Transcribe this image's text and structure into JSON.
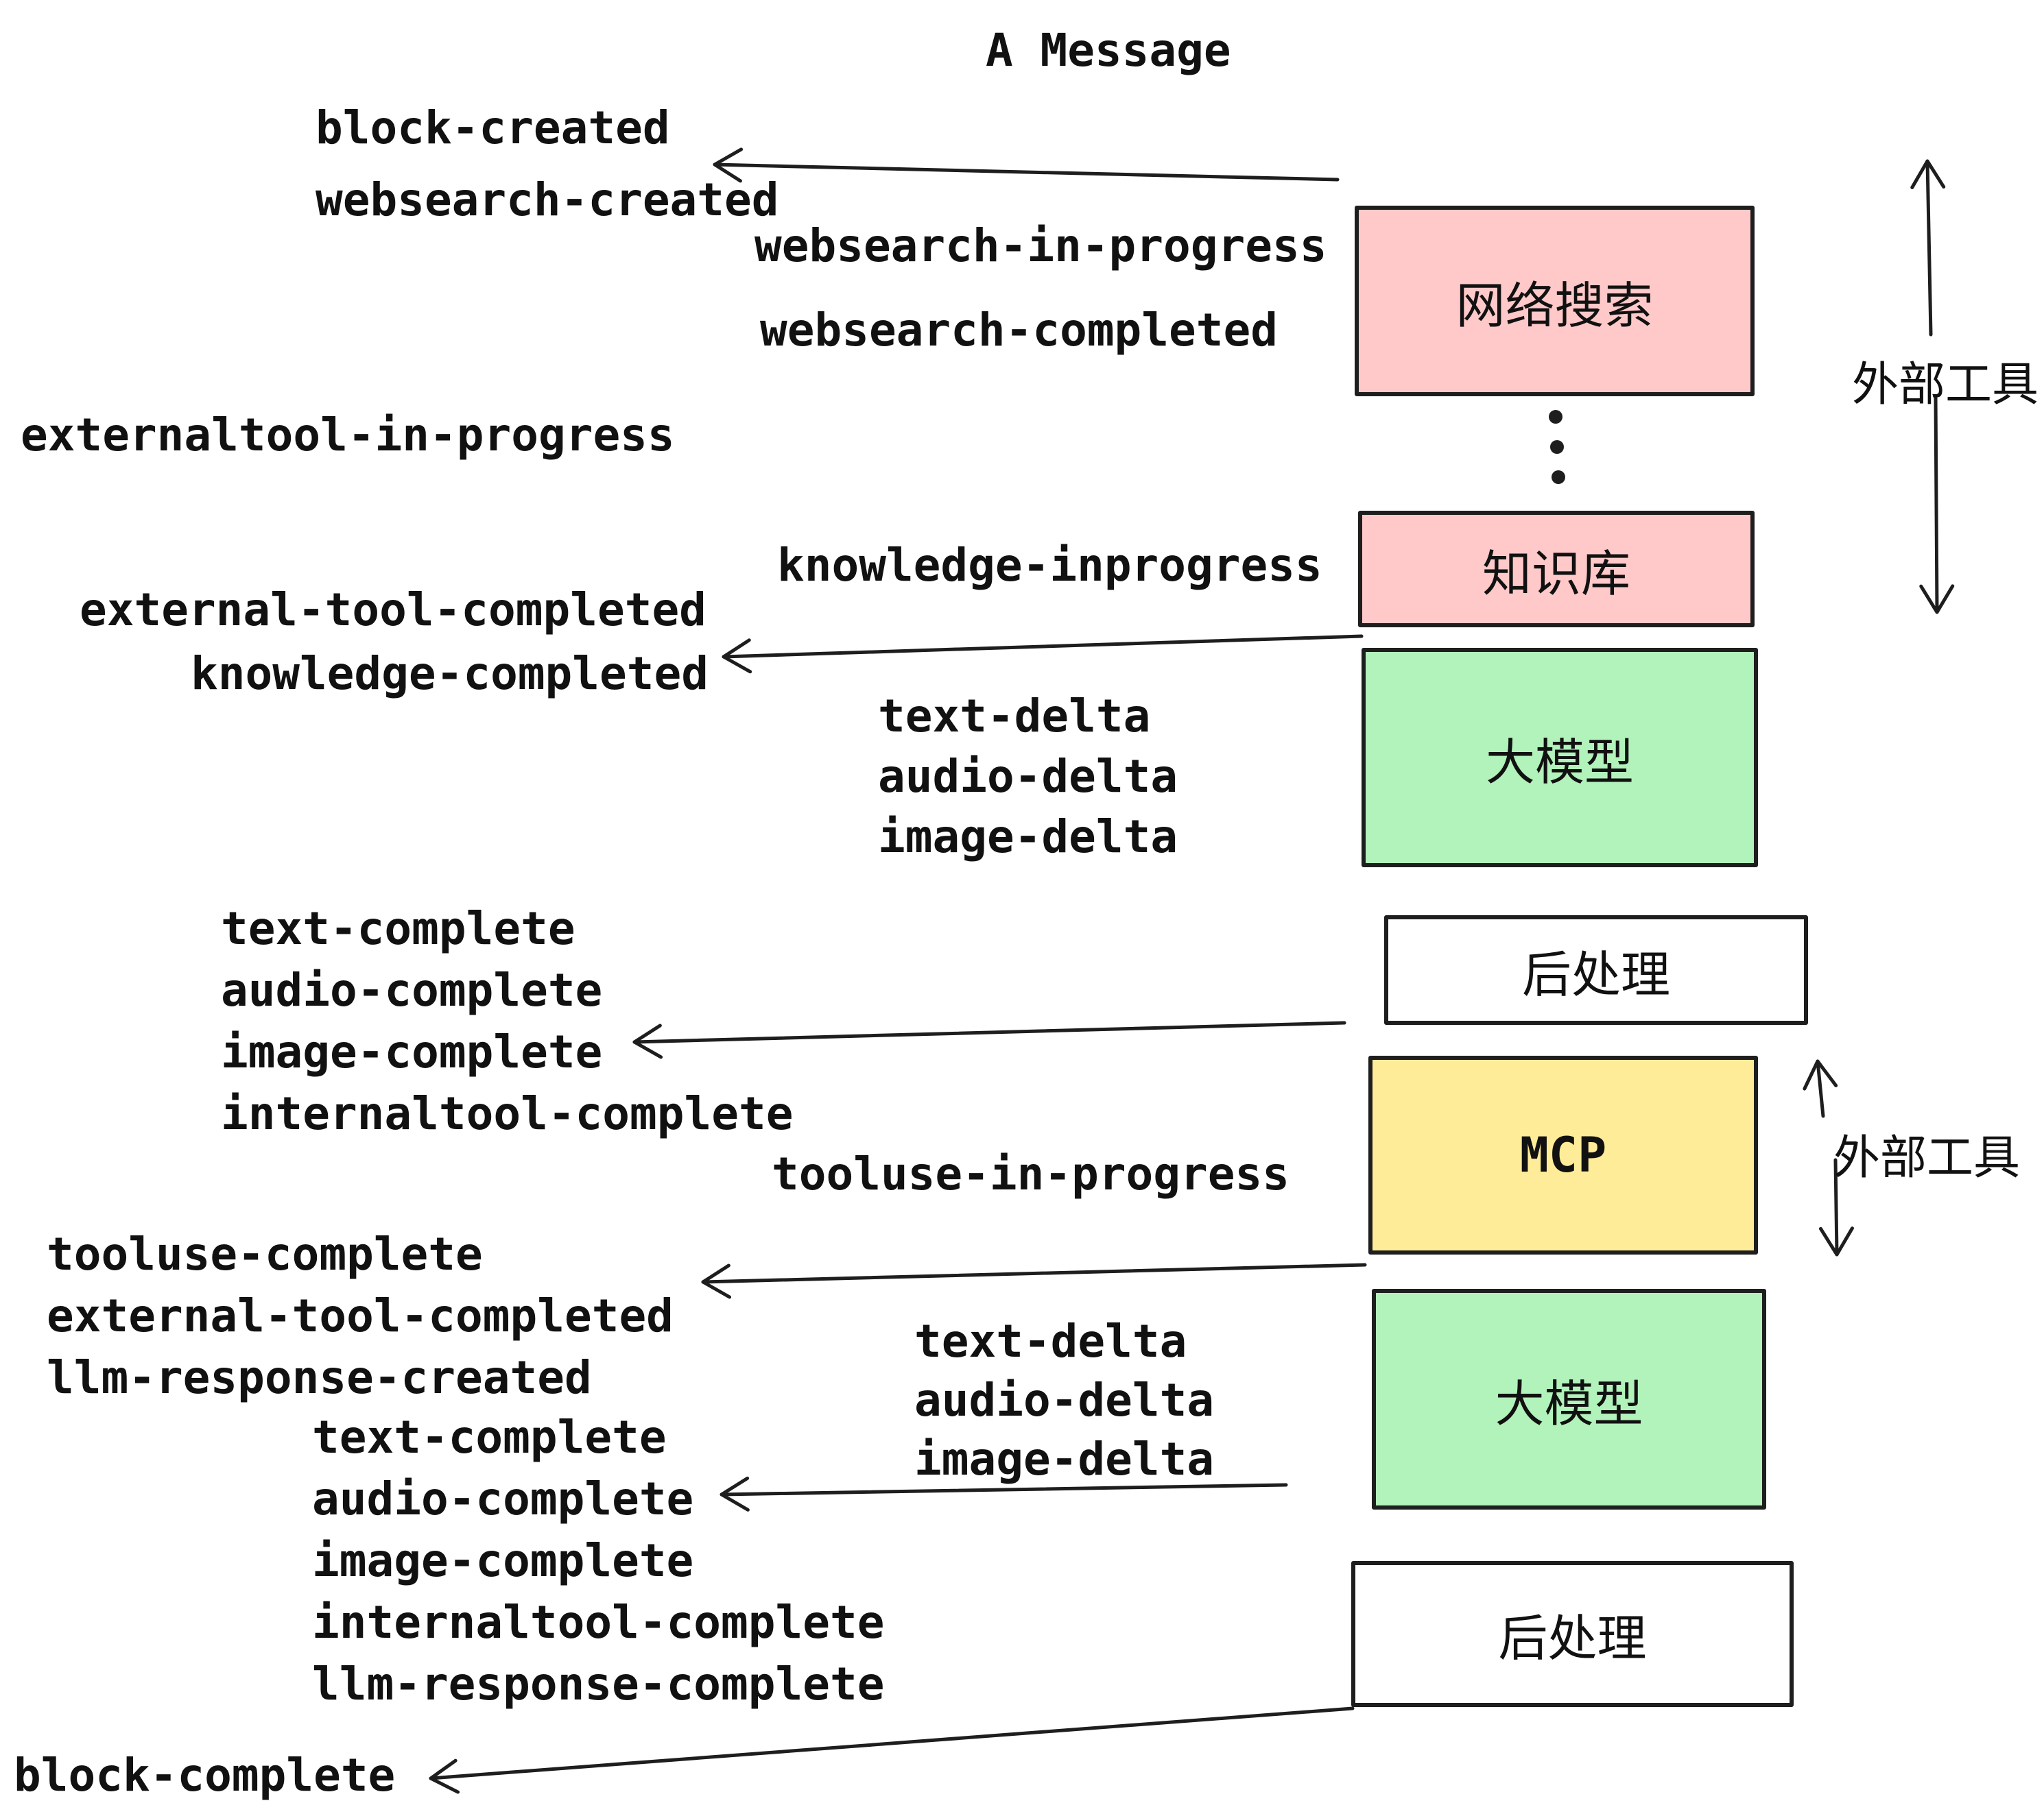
{
  "title": "A Message",
  "colors": {
    "pink": "#ffc9c9",
    "green": "#b2f2bb",
    "yellow": "#ffec99",
    "white": "#ffffff",
    "stroke": "#1e1e1e"
  },
  "nodes": [
    {
      "id": "websearch",
      "label": "网络搜索",
      "fill": "pink"
    },
    {
      "id": "knowledge",
      "label": "知识库",
      "fill": "pink"
    },
    {
      "id": "llm-1",
      "label": "大模型",
      "fill": "green"
    },
    {
      "id": "postprocess-1",
      "label": "后处理",
      "fill": "white"
    },
    {
      "id": "mcp",
      "label": "MCP",
      "fill": "yellow"
    },
    {
      "id": "llm-2",
      "label": "大模型",
      "fill": "green"
    },
    {
      "id": "postprocess-2",
      "label": "后处理",
      "fill": "white"
    }
  ],
  "side_labels": [
    {
      "text": "外部工具"
    },
    {
      "text": "外部工具"
    }
  ],
  "icons": {
    "ellipsis": "vertical-dots"
  },
  "events": [
    {
      "text": "block-created"
    },
    {
      "text": "websearch-created"
    },
    {
      "text": "websearch-in-progress"
    },
    {
      "text": "websearch-completed"
    },
    {
      "text": "externaltool-in-progress"
    },
    {
      "text": "knowledge-inprogress"
    },
    {
      "text": "external-tool-completed"
    },
    {
      "text": "knowledge-completed"
    },
    {
      "text": "text-delta"
    },
    {
      "text": "audio-delta"
    },
    {
      "text": "image-delta"
    },
    {
      "text": "text-complete"
    },
    {
      "text": "audio-complete"
    },
    {
      "text": "image-complete"
    },
    {
      "text": "internaltool-complete"
    },
    {
      "text": "tooluse-in-progress"
    },
    {
      "text": "tooluse-complete"
    },
    {
      "text": "external-tool-completed"
    },
    {
      "text": "llm-response-created"
    },
    {
      "text": "text-complete"
    },
    {
      "text": "text-delta"
    },
    {
      "text": "audio-delta"
    },
    {
      "text": "image-delta"
    },
    {
      "text": "audio-complete"
    },
    {
      "text": "image-complete"
    },
    {
      "text": "internaltool-complete"
    },
    {
      "text": "llm-response-complete"
    },
    {
      "text": "block-complete"
    }
  ]
}
